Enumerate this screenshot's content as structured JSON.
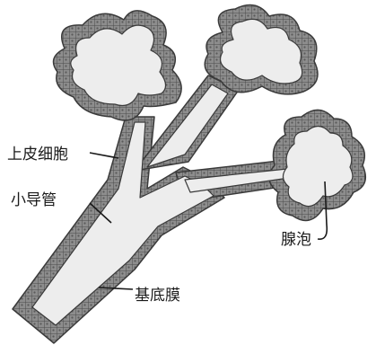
{
  "figure": {
    "labels": {
      "epithelial_cells": "上皮细胞",
      "small_duct": "小导管",
      "acinus": "腺泡",
      "basement_membrane": "基底膜"
    },
    "colors": {
      "lumen": "#ededed",
      "epithelium": "#8d8d8d",
      "cell_edge": "#4a4a4a",
      "ink": "#1a1a1a"
    }
  }
}
